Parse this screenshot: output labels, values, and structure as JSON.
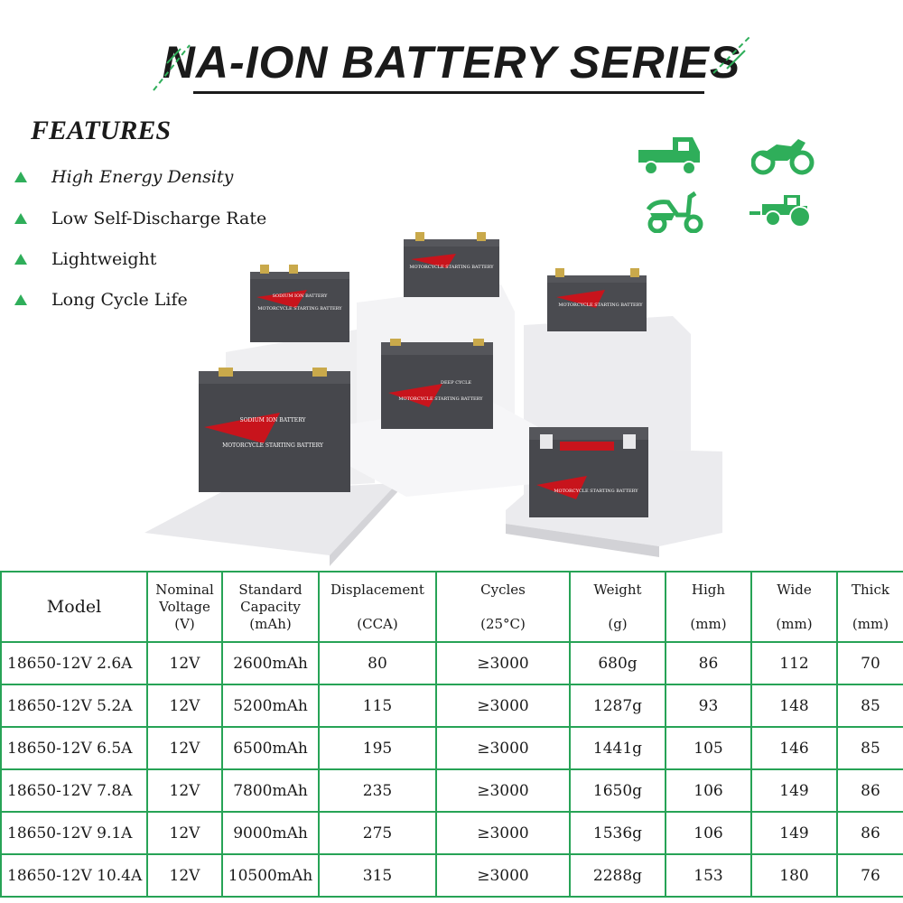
{
  "title": "NA-ION BATTERY SERIES",
  "features": {
    "heading": "FEATURES",
    "items": [
      "High Energy Density",
      "Low Self-Discharge Rate",
      "Lightweight",
      "Long Cycle Life"
    ]
  },
  "application_icons": [
    "truck-icon",
    "motorcycle-icon",
    "scooter-icon",
    "tractor-icon"
  ],
  "battery_labels": {
    "brand": "SODIUM ION BATTERY",
    "type": "DEEP CYCLE",
    "name": "MOTORCYCLE STARTING BATTERY"
  },
  "colors": {
    "accent": "#2fae5a",
    "border": "#27a356",
    "battery_red": "#c8141c"
  },
  "table": {
    "headers": [
      [
        "Model"
      ],
      [
        "Nominal",
        "Voltage",
        "(V)"
      ],
      [
        "Standard",
        "Capacity",
        "(mAh)"
      ],
      [
        "Displacement",
        "",
        "(CCA)"
      ],
      [
        "Cycles",
        "",
        "(25°C)"
      ],
      [
        "Weight",
        "",
        "(g)"
      ],
      [
        "High",
        "",
        "(mm)"
      ],
      [
        "Wide",
        "",
        "(mm)"
      ],
      [
        "Thick",
        "",
        "(mm)"
      ]
    ],
    "rows": [
      [
        "18650-12V 2.6A",
        "12V",
        "2600mAh",
        "80",
        "≥3000",
        "680g",
        "86",
        "112",
        "70"
      ],
      [
        "18650-12V 5.2A",
        "12V",
        "5200mAh",
        "115",
        "≥3000",
        "1287g",
        "93",
        "148",
        "85"
      ],
      [
        "18650-12V 6.5A",
        "12V",
        "6500mAh",
        "195",
        "≥3000",
        "1441g",
        "105",
        "146",
        "85"
      ],
      [
        "18650-12V 7.8A",
        "12V",
        "7800mAh",
        "235",
        "≥3000",
        "1650g",
        "106",
        "149",
        "86"
      ],
      [
        "18650-12V 9.1A",
        "12V",
        "9000mAh",
        "275",
        "≥3000",
        "1536g",
        "106",
        "149",
        "86"
      ],
      [
        "18650-12V 10.4A",
        "12V",
        "10500mAh",
        "315",
        "≥3000",
        "2288g",
        "153",
        "180",
        "76"
      ]
    ]
  }
}
